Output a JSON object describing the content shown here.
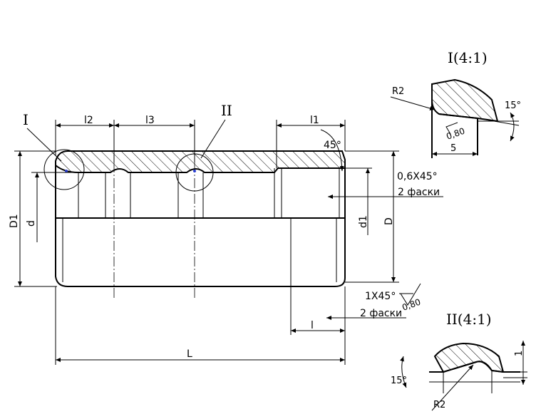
{
  "callouts": {
    "I": "I",
    "II": "II"
  },
  "dimensions": {
    "l2": "l2",
    "l3": "l3",
    "l1": "l1",
    "l": "l",
    "L": "L",
    "D1": "D1",
    "d": "d",
    "d1": "d1",
    "D": "D",
    "angle_45": "45°",
    "chamfer_right": "0,6X45°",
    "chamfer_left": "1X45°",
    "chamfer_count_top": "2 фаски",
    "chamfer_count_bottom": "2 фаски",
    "roughness_main": "0,80"
  },
  "detail_I": {
    "title": "I(4:1)",
    "radius": "R2",
    "angle": "15°",
    "roughness": "0,80",
    "width": "5"
  },
  "detail_II": {
    "title": "II(4:1)",
    "angle": "15°",
    "radius": "R2",
    "depth": "1"
  }
}
